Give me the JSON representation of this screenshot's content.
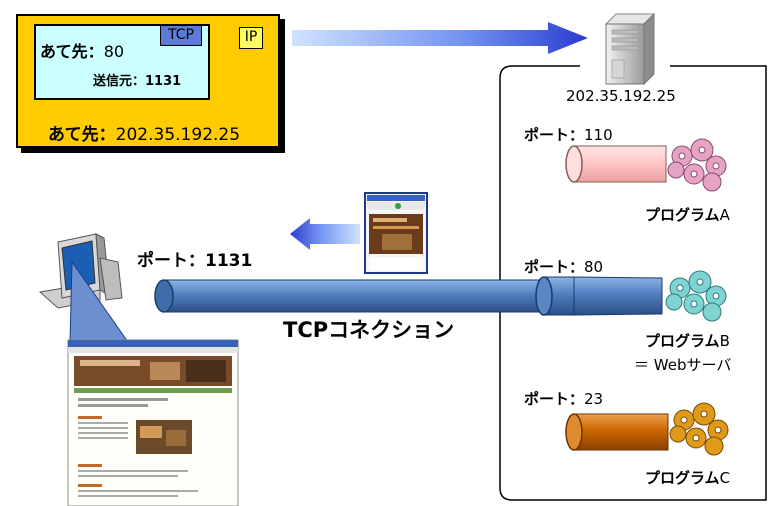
{
  "packet": {
    "tcp_tag": "TCP",
    "ip_tag": "IP",
    "dest_port_label": "あて先：",
    "dest_port_value": "80",
    "src_port_label": "送信元：",
    "src_port_value": "1131",
    "dest_ip_label": "あて先：",
    "dest_ip_value": "202.35.192.25"
  },
  "server": {
    "ip": "202.35.192.25"
  },
  "client": {
    "port_label": "ポート：",
    "port_value": "1131"
  },
  "connection": {
    "label": "TCPコネクション"
  },
  "programs": [
    {
      "port_label": "ポート：",
      "port_value": "110",
      "name_jp": "プログラム",
      "name_suffix": "A",
      "color": "#e890b8"
    },
    {
      "port_label": "ポート：",
      "port_value": "80",
      "name_jp": "プログラム",
      "name_suffix": "B",
      "subtitle": "＝ Webサーバ",
      "color": "#66cccc"
    },
    {
      "port_label": "ポート：",
      "port_value": "23",
      "name_jp": "プログラム",
      "name_suffix": "C",
      "color": "#cc6600"
    }
  ],
  "colors": {
    "packet_outer": "#ffcc00",
    "packet_inner": "#ccffff",
    "tcp_tag": "#5b7bd6",
    "ip_tag": "#ffff66",
    "pipe_blue": "#4f7fbf",
    "pipe_pink": "#ffcccc",
    "pipe_orange": "#cc6600",
    "arrow": "#3344cc"
  },
  "icons": [
    "server-tower-icon",
    "desktop-computer-icon",
    "browser-thumbnail-icon",
    "gear-icon"
  ]
}
